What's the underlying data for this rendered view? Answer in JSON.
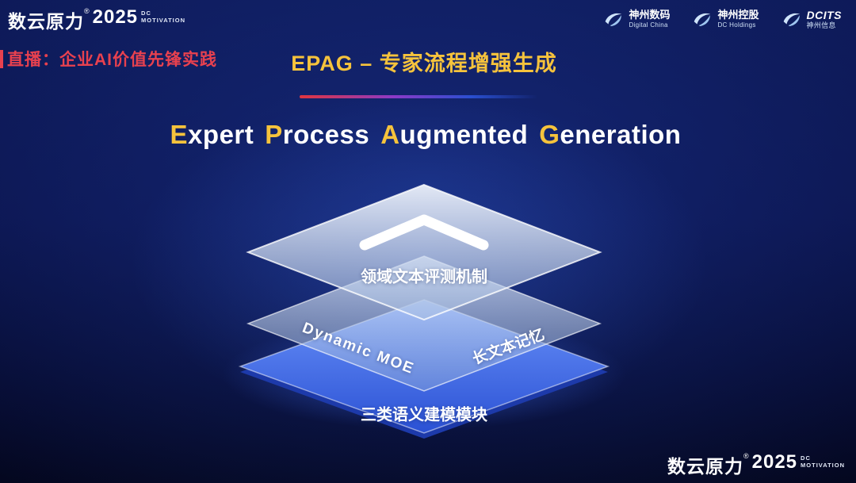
{
  "brand": {
    "name": "数云原力",
    "reg": "®",
    "year": "2025",
    "dc": "DC",
    "motivation": "MOTIVATION"
  },
  "header": {
    "live_label": "直播：企业AI价值先锋实践",
    "title": "EPAG – 专家流程增强生成"
  },
  "partners": [
    {
      "line1": "神州数码",
      "line2": "Digital China"
    },
    {
      "line1": "神州控股",
      "line2": "DC Holdings"
    },
    {
      "line1": "DCITS",
      "line2": "神州信息"
    }
  ],
  "subtitle": {
    "words": [
      {
        "first": "E",
        "rest": "xpert"
      },
      {
        "first": "P",
        "rest": "rocess"
      },
      {
        "first": "A",
        "rest": "ugmented"
      },
      {
        "first": "G",
        "rest": "eneration"
      }
    ]
  },
  "diagram": {
    "top_layer_label": "领域文本评测机制",
    "middle_layer_left_label": "Dynamic MOE",
    "middle_layer_right_label": "长文本记忆",
    "bottom_layer_label": "三类语义建模模块"
  },
  "colors": {
    "gold": "#f6c33c",
    "red": "#e8414f",
    "layer_blue": "#3f6bef",
    "background_navy": "#0a1248"
  }
}
